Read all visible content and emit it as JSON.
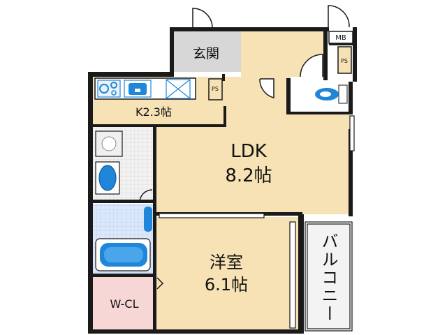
{
  "rooms": {
    "genkan": "玄関",
    "mb": "MB",
    "ps_top": "PS",
    "ps_kitchen": "PS",
    "kitchen": "K2.3帖",
    "ldk_name": "LDK",
    "ldk_size": "8.2帖",
    "yoshitsu_name": "洋室",
    "yoshitsu_size": "6.1帖",
    "wcl": "W-CL",
    "balcony": "バルコニー"
  },
  "colors": {
    "wall": "#1a1a1a",
    "wood_floor": "#f6e2b4",
    "genkan_floor": "#d7d7d7",
    "wcl_floor": "#f7d6d6",
    "tile_floor": "#ececec",
    "bath_floor": "#d6e6fb",
    "fixture_blue": "#1f86d9",
    "balcony_floor": "#eeeeee"
  },
  "icons": [
    "stove-icon",
    "sink-icon",
    "fridge-space-icon",
    "washer-icon",
    "washbasin-icon",
    "bathtub-icon",
    "toilet-icon"
  ]
}
